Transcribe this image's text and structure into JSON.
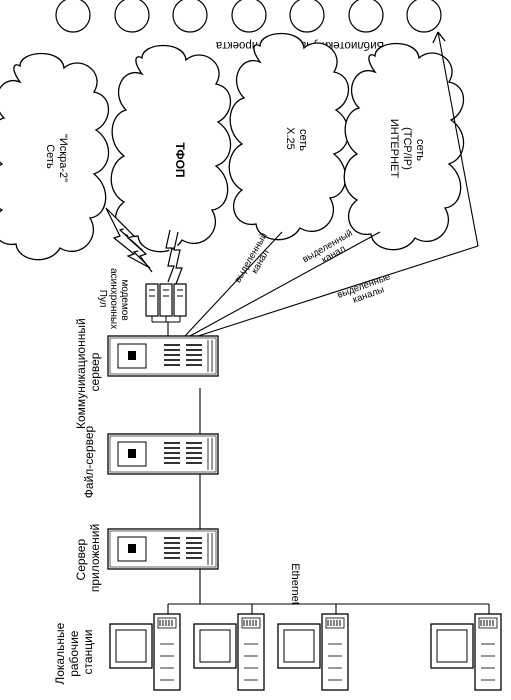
{
  "clouds": {
    "library_label": "Библиотеки-участницы проекта",
    "iskra": {
      "line1": "Сеть",
      "line2": "\"Искра-2\""
    },
    "tfop": "ТФОП",
    "x25": {
      "line1": "Х.25",
      "line2": "сеть"
    },
    "internet": {
      "line1": "ИНТЕРНЕТ",
      "line2": "(TCP/IP)",
      "line3": "сеть"
    }
  },
  "modem_pool": {
    "line1": "Пул",
    "line2": "асинхронных",
    "line3": "модемов"
  },
  "channels": {
    "x25": {
      "line1": "выделенный",
      "line2": "канал"
    },
    "internet": {
      "line1": "выделенный",
      "line2": "канал"
    },
    "libraries": {
      "line1": "выделенные",
      "line2": "каналы"
    }
  },
  "servers": {
    "comm": {
      "line1": "Коммуникационный",
      "line2": "сервер"
    },
    "file": "Файл-сервер",
    "app": {
      "line1": "Сервер",
      "line2": "приложений"
    }
  },
  "network": {
    "ethernet": "Ethernet",
    "workstations": {
      "line1": "Локальные",
      "line2": "рабочие",
      "line3": "станции"
    }
  },
  "colors": {
    "stroke": "#000000",
    "background": "#ffffff"
  }
}
